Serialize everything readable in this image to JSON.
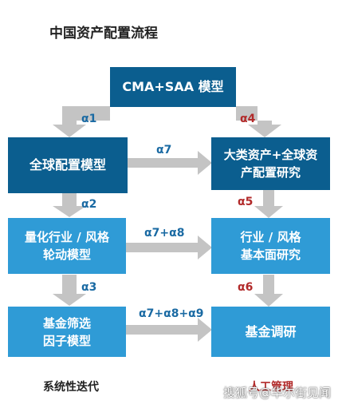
{
  "title": "中国资产配置流程",
  "boxes": {
    "cma_saa": "CMA+SAA 模型",
    "global_alloc": "全球配置模型",
    "major_asset": "大类资产+全球资\n产配置研究",
    "quant_industry": "量化行业 / 风格\n轮动模型",
    "industry_style": "行业 / 风格\n基本面研究",
    "fund_screen": "基金筛选\n因子模型",
    "fund_research": "基金调研"
  },
  "labels": {
    "a1": "α1",
    "a2": "α2",
    "a3": "α3",
    "a4": "α4",
    "a5": "α5",
    "a6": "α6",
    "a7": "α7",
    "a7a8": "α7+α8",
    "a7a8a9": "α7+α8+α9"
  },
  "bottom": {
    "left": "系统性迭代",
    "right": "人工管理"
  },
  "watermark": "搜狐号@华尔街见闻",
  "colors": {
    "dark_box": "#0b5e8f",
    "light_box": "#2f9bd6",
    "arrow": "#c4c4c4",
    "alpha_blue": "#1a6aa3",
    "alpha_red": "#b22a2a"
  }
}
